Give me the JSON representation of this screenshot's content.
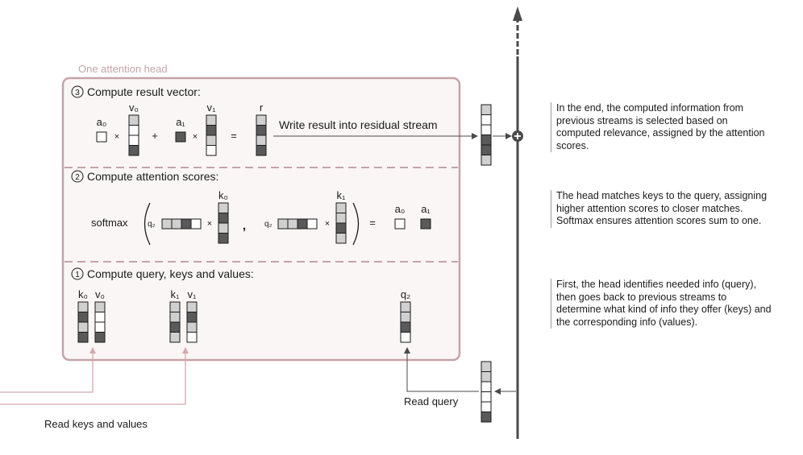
{
  "head_label": "One attention head",
  "sections": {
    "result": {
      "title": "Compute result vector:",
      "number": "3"
    },
    "scores": {
      "title": "Compute attention scores:",
      "number": "2"
    },
    "qkv": {
      "title": "Compute query, keys and values:",
      "number": "1"
    }
  },
  "labels": {
    "a0": "a₀",
    "a1": "a₁",
    "v0": "v₀",
    "v1": "v₁",
    "r": "r",
    "k0": "k₀",
    "k1": "k₁",
    "q": "q₂",
    "q_inline": "q₂",
    "softmax": "softmax",
    "times": "×",
    "plus": "+",
    "equals": "=",
    "comma": ","
  },
  "arrows": {
    "write_result": "Write result into residual stream",
    "read_query": "Read query",
    "read_kv": "Read keys and values"
  },
  "notes": {
    "result": "In the end, the computed information from previous streams is selected based on computed relevance, assigned by the attention scores.",
    "scores": "The head matches keys to the query, assigning higher attention scores to closer matches. Softmax ensures attention scores sum to one.",
    "qkv": "First, the head identifies needed info (query), then goes back to previous streams to determine what kind of info they offer (keys) and the corresponding info (values)."
  },
  "colors": {
    "box_border": "#c5a3a8",
    "box_fill": "#faf6f5",
    "head_label": "#c5a3a8",
    "light": "#d0d0d0",
    "dark": "#5a5a5a",
    "white": "#ffffff",
    "stream": "#4a4a4a",
    "arrow_in": "#d4a9ad"
  },
  "icons": {
    "residual_add": "plus-circle-icon",
    "stream_arrow": "arrow-up-icon"
  }
}
